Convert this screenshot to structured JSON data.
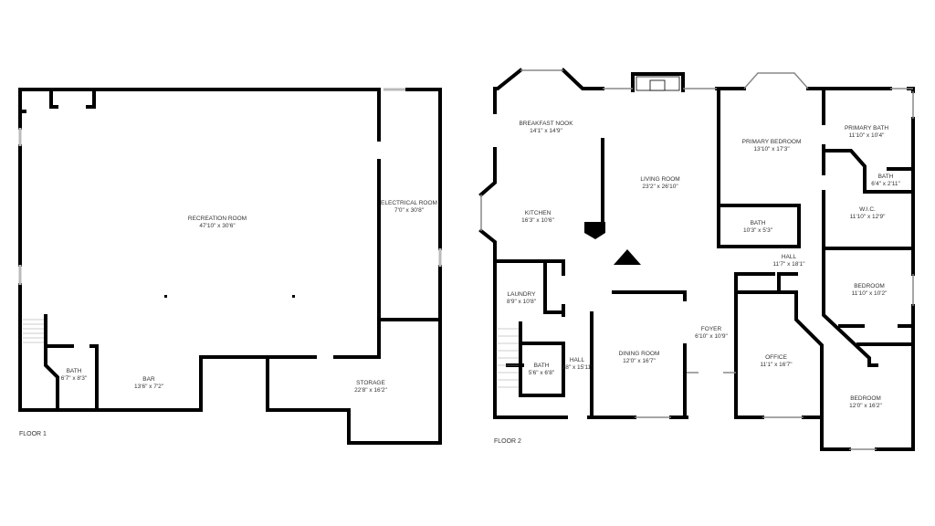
{
  "floor1": {
    "label": "FLOOR 1",
    "rooms": [
      {
        "name": "RECREATION ROOM",
        "size": "47'10\" x 30'6\""
      },
      {
        "name": "ELECTRICAL ROOM",
        "size": "7'0\" x 30'8\""
      },
      {
        "name": "BATH",
        "size": "6'7\" x 8'3\""
      },
      {
        "name": "BAR",
        "size": "13'6\" x 7'2\""
      },
      {
        "name": "STORAGE",
        "size": "22'8\" x 16'2\""
      }
    ]
  },
  "floor2": {
    "label": "FLOOR 2",
    "rooms": [
      {
        "name": "BREAKFAST NOOK",
        "size": "14'1\" x 14'9\""
      },
      {
        "name": "LIVING ROOM",
        "size": "23'2\" x 26'10\""
      },
      {
        "name": "PRIMARY BEDROOM",
        "size": "13'10\" x 17'3\""
      },
      {
        "name": "PRIMARY BATH",
        "size": "11'10\" x 10'4\""
      },
      {
        "name": "BATH",
        "size": "6'4\" x 2'11\""
      },
      {
        "name": "KITCHEN",
        "size": "16'3\" x 10'6\""
      },
      {
        "name": "BATH",
        "size": "10'3\" x 5'3\""
      },
      {
        "name": "W.I.C.",
        "size": "11'10\" x 12'9\""
      },
      {
        "name": "HALL",
        "size": "11'7\" x 18'1\""
      },
      {
        "name": "LAUNDRY",
        "size": "8'9\" x 10'8\""
      },
      {
        "name": "BEDROOM",
        "size": "11'10\" x 10'2\""
      },
      {
        "name": "FOYER",
        "size": "6'10\" x 10'9\""
      },
      {
        "name": "BATH",
        "size": "5'6\" x 6'8\""
      },
      {
        "name": "HALL",
        "size": "3'8\" x 15'11\""
      },
      {
        "name": "DINING ROOM",
        "size": "12'0\" x 16'7\""
      },
      {
        "name": "OFFICE",
        "size": "11'1\" x 16'7\""
      },
      {
        "name": "BEDROOM",
        "size": "12'0\" x 16'2\""
      }
    ]
  },
  "colors": {
    "wall": "#000000",
    "window": "#bbbbbb",
    "text": "#333333"
  }
}
